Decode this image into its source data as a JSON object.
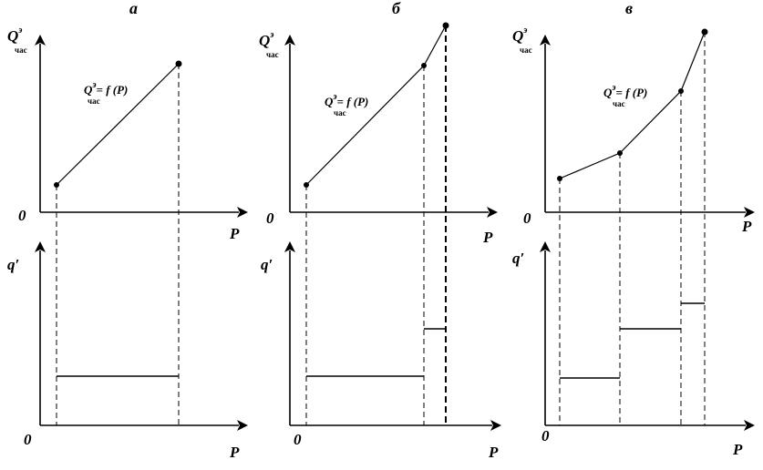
{
  "panels": [
    {
      "id": "a",
      "title": "а",
      "q_label_main": "Q",
      "q_label_sup": "э",
      "q_label_sub": "час",
      "p_label": "P",
      "origin_label": "0",
      "q_prime_label": "q′",
      "origin_label_bottom": "0",
      "p_label_bottom": "P",
      "func_main": "Q",
      "func_sup": "э",
      "func_sub": "час",
      "func_rest": "= f (P)"
    },
    {
      "id": "b",
      "title": "б",
      "q_label_main": "Q",
      "q_label_sup": "э",
      "q_label_sub": "час",
      "p_label": "P",
      "origin_label": "0",
      "q_prime_label": "q′",
      "origin_label_bottom": "0",
      "p_label_bottom": "P",
      "func_main": "Q",
      "func_sup": "э",
      "func_sub": "час",
      "func_rest": "= f (P)"
    },
    {
      "id": "c",
      "title": "в",
      "q_label_main": "Q",
      "q_label_sup": "э",
      "q_label_sub": "час",
      "p_label": "P",
      "origin_label": "0",
      "q_prime_label": "q′",
      "origin_label_bottom": "0",
      "p_label_bottom": "P",
      "func_main": "Q",
      "func_sup": "э",
      "func_sub": "час",
      "func_rest": "= f (P)"
    }
  ]
}
